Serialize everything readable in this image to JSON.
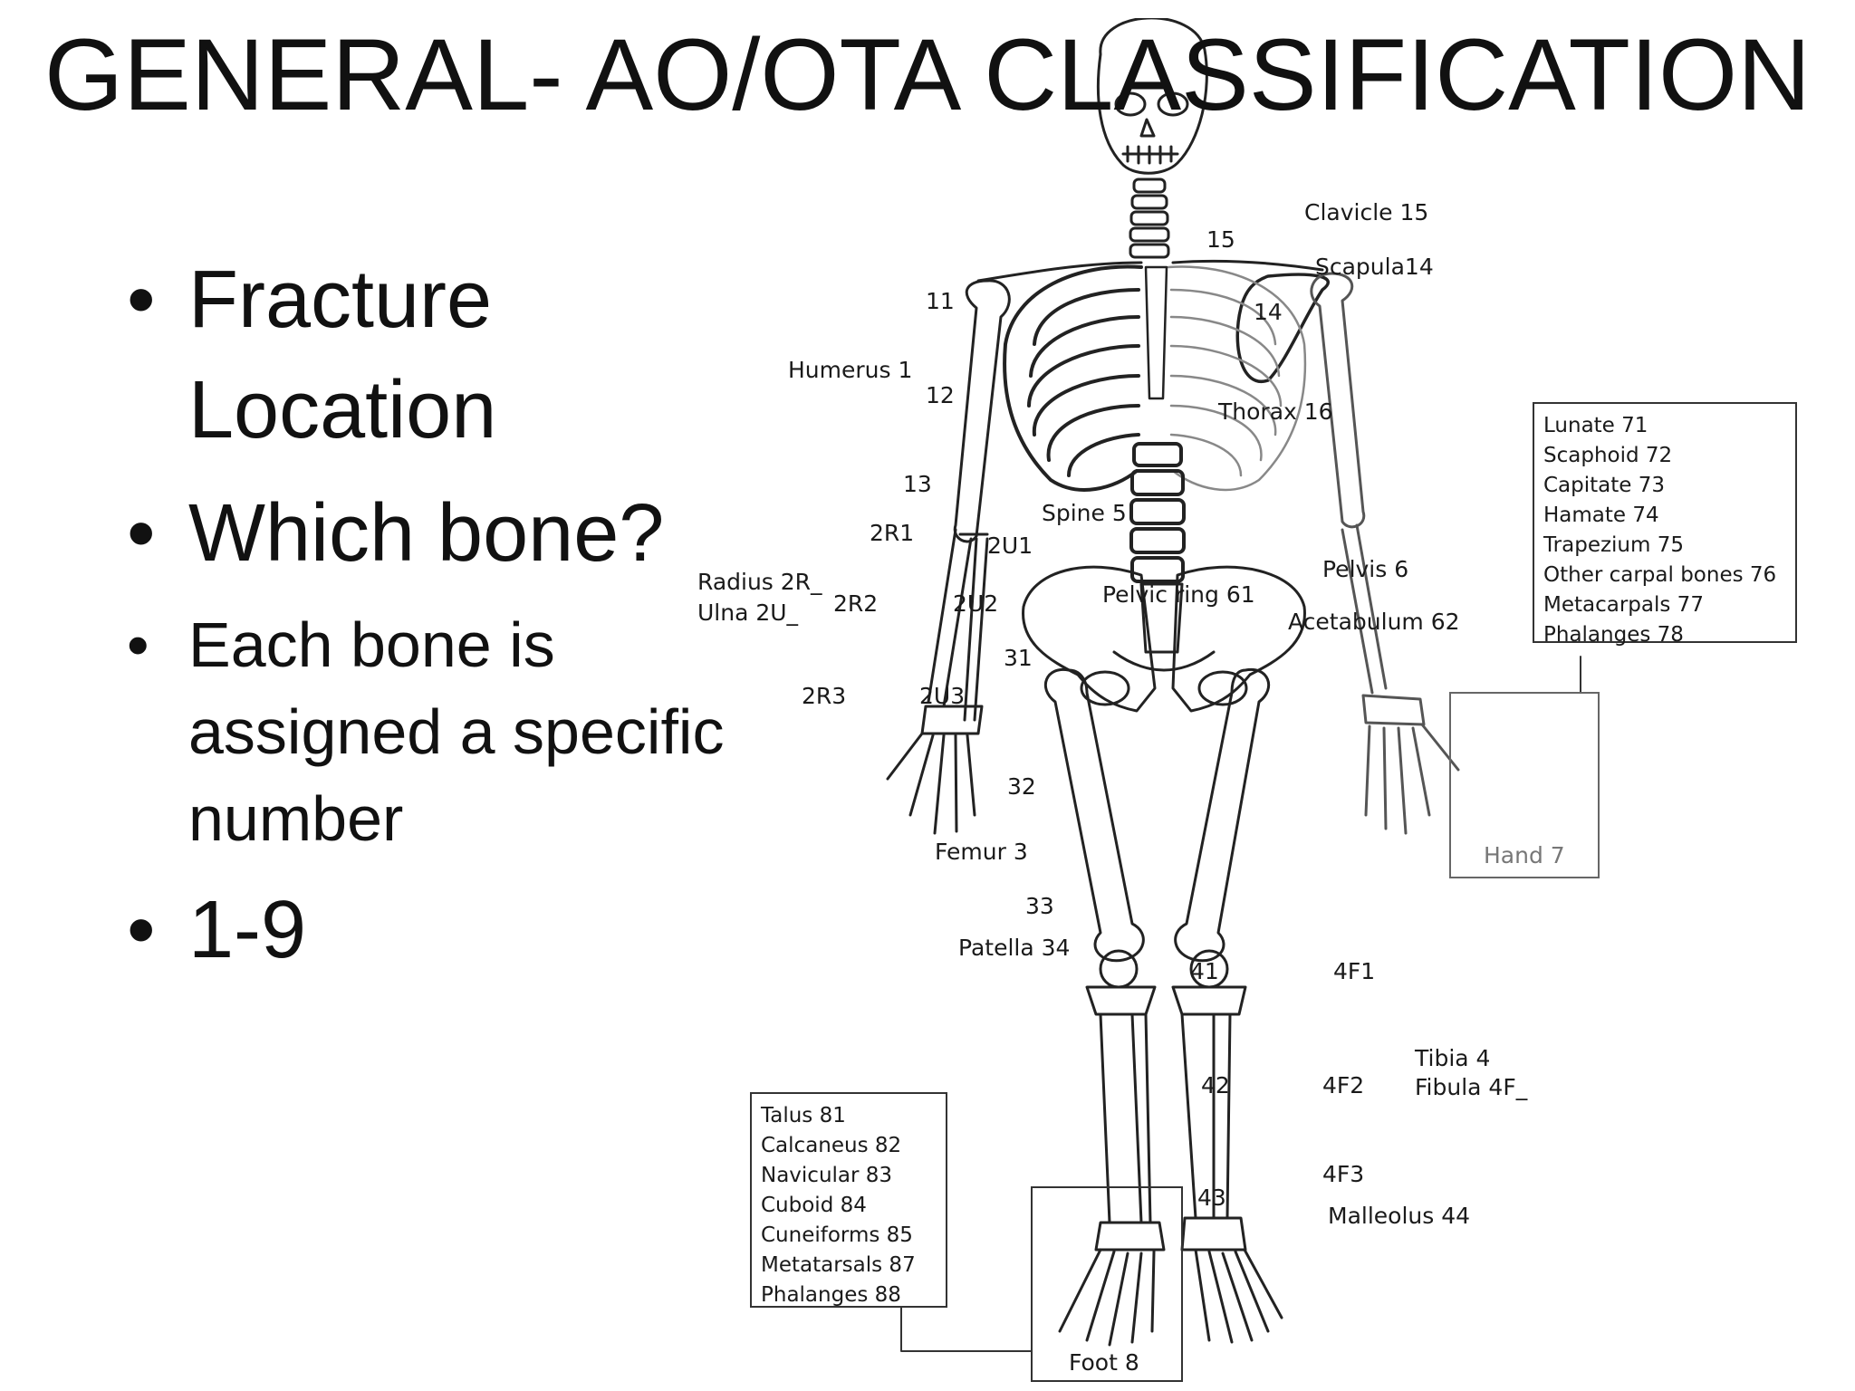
{
  "title": "GENERAL- AO/OTA CLASSIFICATION",
  "bullets": [
    "Fracture Location",
    "Which bone?",
    "Each bone is assigned a specific number",
    "1-9"
  ],
  "diagram": {
    "labels": {
      "clavicle": "Clavicle 15",
      "scapula": "Scapula14",
      "c15": "15",
      "c14": "14",
      "c11": "11",
      "c12": "12",
      "c13": "13",
      "humerus": "Humerus 1",
      "thorax": "Thorax 16",
      "spine": "Spine 5",
      "r1": "2R1",
      "u1": "2U1",
      "radius": "Radius 2R_",
      "ulna": "Ulna 2U_",
      "r2": "2R2",
      "u2": "2U2",
      "r3": "2R3",
      "u3": "2U3",
      "pelvic_ring": "Pelvic ring 61",
      "pelvis": "Pelvis 6",
      "acetabulum": "Acetabulum 62",
      "c31": "31",
      "c32": "32",
      "femur": "Femur 3",
      "c33": "33",
      "patella": "Patella 34",
      "c41": "41",
      "f1": "4F1",
      "tibia": "Tibia 4",
      "fibula": "Fibula 4F_",
      "c42": "42",
      "f2": "4F2",
      "c43": "43",
      "f3": "4F3",
      "malleolus": "Malleolus 44",
      "hand": "Hand 7",
      "foot": "Foot 8"
    },
    "hand_list": [
      "Lunate 71",
      "Scaphoid 72",
      "Capitate 73",
      "Hamate 74",
      "Trapezium 75",
      "Other carpal bones 76",
      "Metacarpals 77",
      "Phalanges 78"
    ],
    "foot_list": [
      "Talus 81",
      "Calcaneus 82",
      "Navicular 83",
      "Cuboid 84",
      "Cuneiforms 85",
      "Metatarsals 87",
      "Phalanges 88"
    ]
  }
}
